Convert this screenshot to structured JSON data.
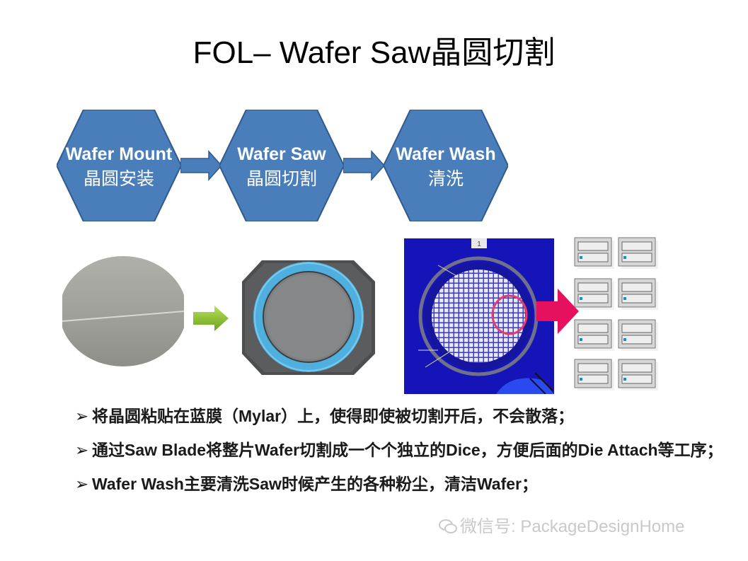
{
  "title": "FOL– Wafer Saw晶圆切割",
  "flow": {
    "steps": [
      {
        "en": "Wafer Mount",
        "cn": "晶圆安装"
      },
      {
        "en": "Wafer Saw",
        "cn": "晶圆切割"
      },
      {
        "en": "Wafer Wash",
        "cn": "清洗"
      }
    ],
    "hex_color": "#4a7ebb",
    "arrow_color": "#4a7ebb"
  },
  "diagram": {
    "frame_number": "1"
  },
  "bullets": [
    {
      "marker": "➢",
      "text": "将晶圆粘贴在蓝膜（Mylar）上，使得即使被切割开后，不会散落；"
    },
    {
      "marker": "➢",
      "text": "通过Saw Blade将整片Wafer切割成一个个独立的Dice，方便后面的Die Attach等工序；"
    },
    {
      "marker": "➢",
      "text": "Wafer Wash主要清洗Saw时候产生的各种粉尘，清洁Wafer；"
    }
  ],
  "watermark": "微信号: PackageDesignHome"
}
